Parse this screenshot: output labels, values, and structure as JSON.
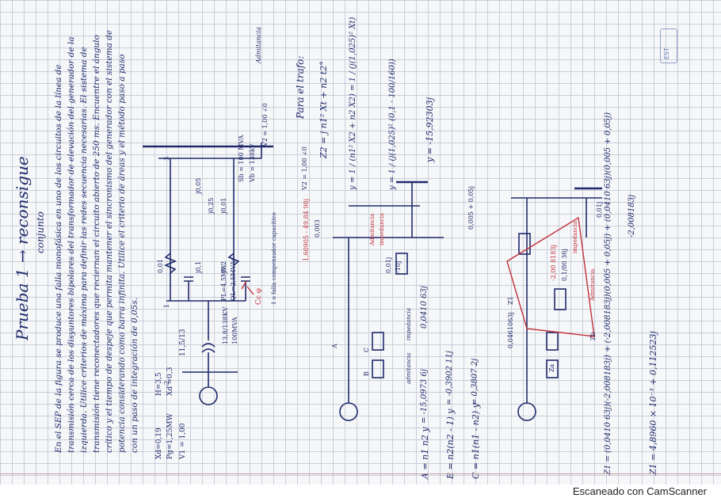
{
  "header": {
    "title": "Prueba 1 → reconsigue",
    "subtitle": "conjunto"
  },
  "problem": "En el SEP de la figura se produce una falla monofásica en uno de los circuitos de la línea de transmisión cerca de los disyuntores bipolares del transformador de elevación del generador de la izquierda. Utilice criterios de máxima para definir las redes secuencia necesarias. El sistema de transmisión tiene reconectadores que reciernan el circuito abierto de 250 ms. Encuentre el ángulo crítico y el tiempo de despeje que permita mantener el sincronismo del generador con el sistema de potencia considerando como barra infinita. Utilice el criterio de áreas y el método paso a paso con un paso de integración de 0,05s.",
  "admitancia_note": "Admitancia",
  "generator": {
    "H": "H=3,5",
    "Xd": "Xd'=0,3",
    "Xd2": "Xd=0,19",
    "Pg": "Pg=1,25MW",
    "V1": "V1 = 1,00"
  },
  "transformer": {
    "ratio": "11,5/13",
    "rating": "13,8/138KV",
    "power": "100MVA"
  },
  "line_values": {
    "x1": "0,01",
    "x2": "j0,1",
    "x3": "j0,2",
    "x4": "j0,05",
    "x5": "j0,25",
    "x6": "j0,01"
  },
  "bus_data": {
    "p_load": "PL=4,5MW",
    "q_load": "QL=2,5MVAr",
    "sb": "Sb = 100 MVA",
    "vb": "Vb = 138kV",
    "v2": "V2 = 1,00 ∠0",
    "fault_label": "Cc φ",
    "compensator": "1 o falla compensador capacitivo"
  },
  "bus_labels": [
    "1",
    "2",
    "3"
  ],
  "trafo": {
    "title": "Para el trafo:",
    "z2": "Z2 = j n1² Xt + n2 t2°",
    "y_eq": "y = 1 / (n1² X2 + n2 X2) = 1 / (j(1,025)² Xt)",
    "y_sub": "y = 1 / (j(1,025)² (0,1 · 100/160))",
    "y_result": "y = -15,92303j"
  },
  "equations": {
    "a": "A = n1 n2 y",
    "a_val": "= -15,0973 6j",
    "b": "B = n2(n2 - 1) y",
    "b_val": "= -0,3902 11j",
    "c": "C = n1(n1 - n2) y",
    "c_val": "= 0,3807 2j",
    "admit": "admitancia",
    "imped": "impedancia",
    "z_val": "0,0410 63j"
  },
  "circuit2": {
    "v": "V2 = 1,00 ∠0",
    "adm": "1,60905 - 49,84 98j",
    "z1": "0,003",
    "z2": "0,01j",
    "z3": "-10j",
    "labels": [
      "Admitancia",
      "impedancia"
    ],
    "a": "A",
    "b": "B",
    "c": "C"
  },
  "circuit3": {
    "z1": "0,005 + 0,05j",
    "z2": "-2,00 8183j",
    "z3": "0,1/80 36j",
    "z4": "0,0461063j",
    "z5": "0,01j",
    "impe": "impedancia",
    "adm": "Admitancia",
    "z_label": "Z1",
    "za": "Za",
    "zb": "Zb"
  },
  "final": {
    "z1_expr": "Z1 = (0,0410 63j)(-2,008183j) + (-2,008183j)(0,005 + 0,05j) + (0,0410 63j)(0,005 + 0,05j)",
    "z1_den": "-2,008183j",
    "z1_result": "Z1 = 4,8960 × 10⁻³ + 0,112523j"
  },
  "watermark": "Escaneado con CamScanner",
  "badge": "EST"
}
